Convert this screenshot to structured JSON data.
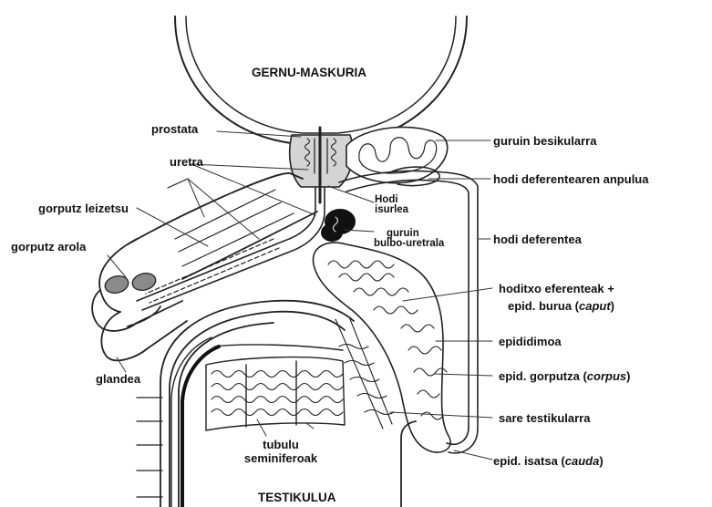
{
  "diagram": {
    "organ_titles": {
      "bladder": "GERNU-MASKURIA",
      "testis": "TESTIKULUA"
    },
    "left_labels": {
      "prostate": "prostata",
      "urethra": "uretra",
      "corpus_cavernosum": "gorputz leizetsu",
      "corpus_spongiosum": "gorputz arola",
      "glans": "glandea",
      "seminiferous_tubules_line1": "tubulu",
      "seminiferous_tubules_line2": "seminiferoak"
    },
    "center_labels": {
      "ejaculatory_duct_line1": "Hodi",
      "ejaculatory_duct_line2": "isurlea",
      "bulbourethral_gland_line1": "guruin",
      "bulbourethral_gland_line2": "bulbo-uretrala"
    },
    "right_labels": {
      "seminal_vesicle": "guruin besikularra",
      "ampulla": "hodi deferentearen anpulua",
      "vas_deferens": "hodi deferentea",
      "efferent_ducts": "hoditxo eferenteak +",
      "epididymis_head_prefix": "epid. burua (",
      "epididymis_head_term": "caput",
      "epididymis_head_suffix": ")",
      "epididymis": "epididimoa",
      "epididymis_body_prefix": "epid. gorputza (",
      "epididymis_body_term": "corpus",
      "epididymis_body_suffix": ")",
      "rete_testis": "sare testikularra",
      "epididymis_tail_prefix": "epid. isatsa (",
      "epididymis_tail_term": "cauda",
      "epididymis_tail_suffix": ")"
    }
  }
}
